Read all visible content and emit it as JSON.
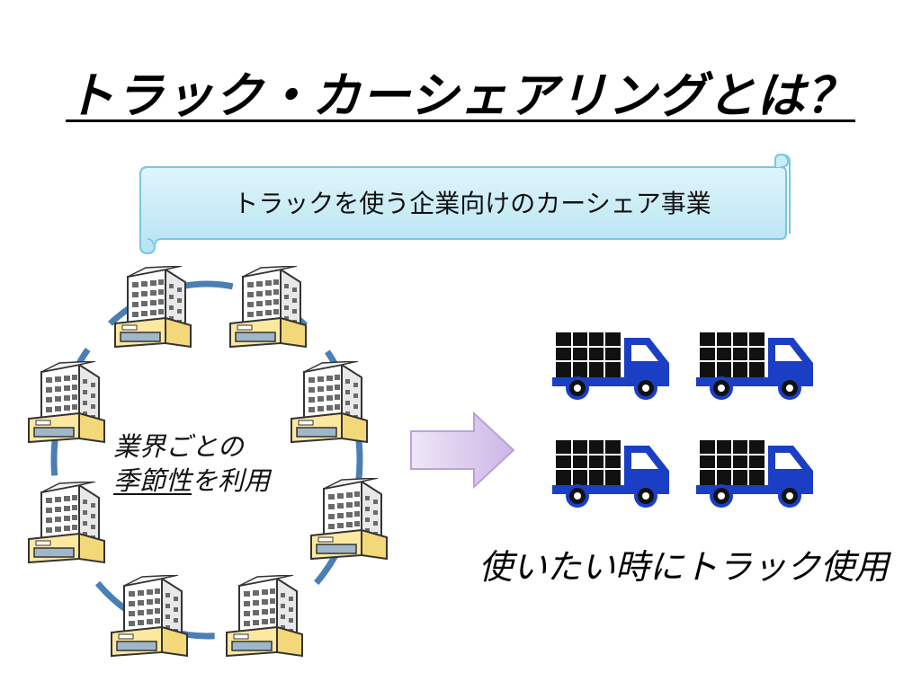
{
  "title": "トラック・カーシェアリングとは？",
  "banner": {
    "text": "トラックを使う企業向けのカーシェア事業"
  },
  "cycle": {
    "label_line1": "業界ごとの",
    "label_line2_underlined": "季節性",
    "label_line2_rest": "を利用"
  },
  "caption": "使いたい時にトラック使用",
  "colors": {
    "banner_fill": "#c9eef8",
    "cycle_dash": "#4a7fb5",
    "arrow_fill": "#d7c6ea",
    "truck_blue": "#1a3fc4",
    "building_face": "#ffffff",
    "building_base": "#fde8a0"
  },
  "icons": {
    "building": "office-building-icon",
    "truck": "cargo-truck-icon",
    "arrow": "right-arrow-icon"
  }
}
